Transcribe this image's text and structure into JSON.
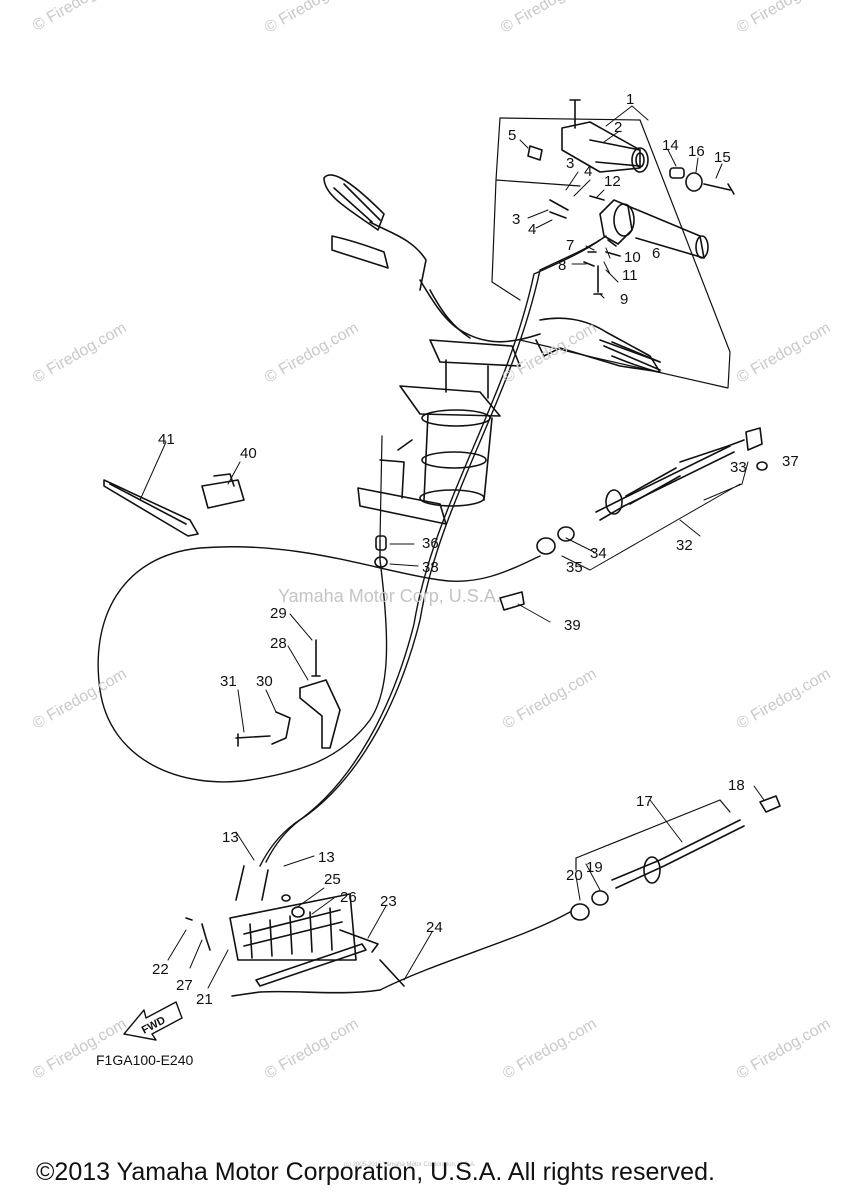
{
  "watermark": "© Firedog.com",
  "center_watermark": "Yamaha Motor Corp, U.S.A.",
  "diagram_code": "F1GA100-E240",
  "copyright": "©2013 Yamaha Motor Corporation, U.S.A. All rights reserved.",
  "fine_print": "(c) 2005-2015 Yamaha Motor Corporation, U.S.A.",
  "fwd_label": "FWD",
  "callouts": [
    "1",
    "2",
    "3",
    "3",
    "4",
    "4",
    "5",
    "6",
    "7",
    "8",
    "9",
    "10",
    "11",
    "12",
    "13",
    "13",
    "14",
    "15",
    "16",
    "17",
    "18",
    "19",
    "20",
    "21",
    "22",
    "23",
    "24",
    "25",
    "26",
    "27",
    "28",
    "29",
    "30",
    "31",
    "32",
    "33",
    "34",
    "35",
    "36",
    "37",
    "38",
    "39",
    "40",
    "41"
  ]
}
